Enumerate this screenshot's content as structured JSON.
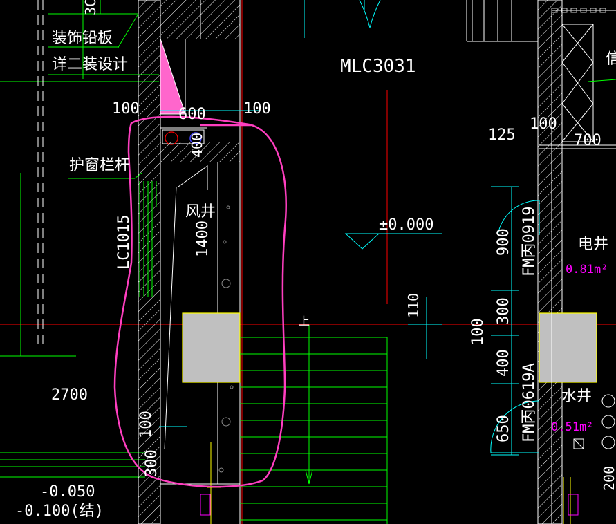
{
  "drawing": {
    "labels": {
      "decor_panel": "装饰铅板",
      "decor_note": "详二装设计",
      "door_mlc": "MLC3031",
      "window_guard": "护窗栏杆",
      "window_lc": "LC1015",
      "air_shaft": "风井",
      "elev_zero": "±0.000",
      "elec_shaft": "电井",
      "elec_area": "0.81m²",
      "water_shaft": "水井",
      "water_area": "0.51m²",
      "door_fm1": "FM丙0919",
      "door_fm2": "FM丙0619A",
      "elev_1": "-0.050",
      "elev_2": "-0.100(结)",
      "up_mark": "上",
      "partial_b": "3C",
      "partial_xin": "信",
      "partial_200": "200"
    },
    "dims": {
      "d100a": "100",
      "d600": "600",
      "d100b": "100",
      "d400": "400",
      "d1400": "1400",
      "d2700": "2700",
      "d100c": "100",
      "d300a": "300",
      "d125": "125",
      "d100d": "100",
      "d700": "700",
      "d900": "900",
      "d300b": "300",
      "d400b": "400",
      "d650": "650",
      "d110": "110",
      "d100e": "100"
    },
    "colors": {
      "background": "#000000",
      "wall_white": "#ffffff",
      "green": "#00ff00",
      "red": "#ff0000",
      "cyan": "#00ffff",
      "yellow": "#ffff00",
      "magenta": "#ff00ff",
      "markup_pink": "#ff3fc0",
      "gray_fill": "#c0c0c0"
    }
  }
}
